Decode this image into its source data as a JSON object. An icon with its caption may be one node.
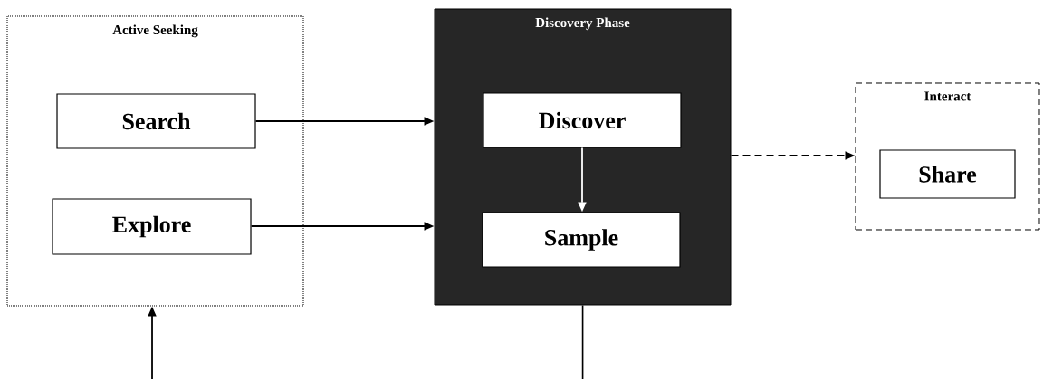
{
  "diagram": {
    "nodes": [
      {
        "text": [
          "Active Seeking"
        ]
      },
      {
        "text": [
          "Search"
        ],
        "in": 0
      },
      {
        "text": [
          "Explore"
        ],
        "in": 0
      },
      {
        "text": [
          "Discovery Phase"
        ]
      },
      {
        "text": [
          "Discover"
        ],
        "in": 3
      },
      {
        "text": [
          "Sample"
        ],
        "in": 3
      },
      {
        "text": [
          "Interact"
        ]
      },
      {
        "text": [
          "Share"
        ],
        "in": 6
      }
    ],
    "edges": [
      {
        "from": 1,
        "to": 3,
        "arrow": "to"
      },
      {
        "from": 2,
        "to": 3,
        "arrow": "to"
      },
      {
        "from": 4,
        "to": 5,
        "arrow": "to",
        "color": "#ffffff"
      },
      {
        "from": 3,
        "to": 6,
        "arrow": "to",
        "style": "dashed"
      },
      {
        "from": null,
        "to": 0,
        "arrow": "to"
      },
      {
        "from": 3,
        "to": null,
        "arrow": "none"
      }
    ]
  }
}
